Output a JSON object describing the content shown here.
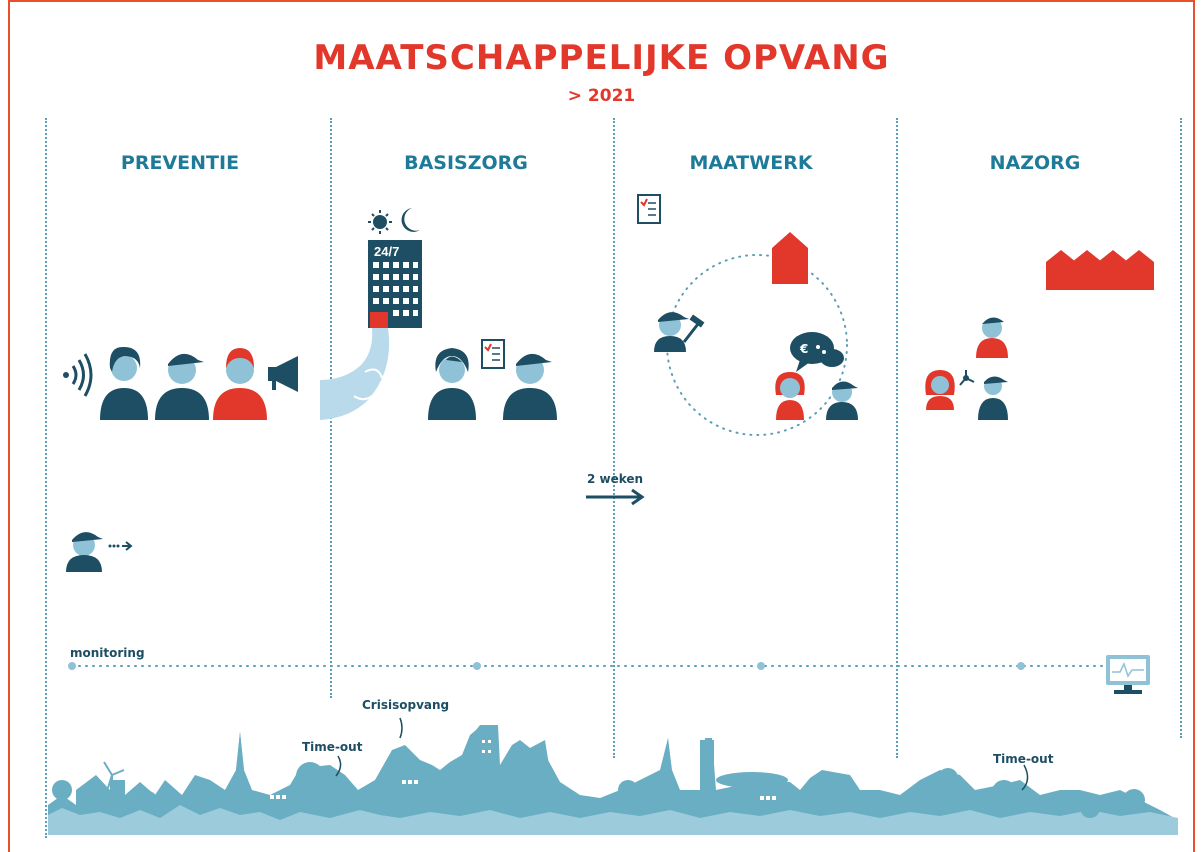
{
  "header": {
    "title": "MAATSCHAPPELIJKE OPVANG",
    "subtitle": "> 2021"
  },
  "columns": [
    {
      "title": "PREVENTIE"
    },
    {
      "title": "BASISZORG"
    },
    {
      "title": "MAATWERK"
    },
    {
      "title": "NAZORG"
    }
  ],
  "labels": {
    "building_sign": "24/7",
    "two_weeks": "2 weken",
    "monitoring": "monitoring",
    "crisis": "Crisisopvang",
    "timeout_left": "Time-out",
    "timeout_right": "Time-out"
  },
  "colors": {
    "accent_red": "#e2382b",
    "navy": "#1d4e63",
    "light_blue": "#8fc2d6",
    "column_title": "#1e7a99",
    "skyline_light": "#9ccbdb",
    "skyline_dark": "#6aaec4"
  }
}
